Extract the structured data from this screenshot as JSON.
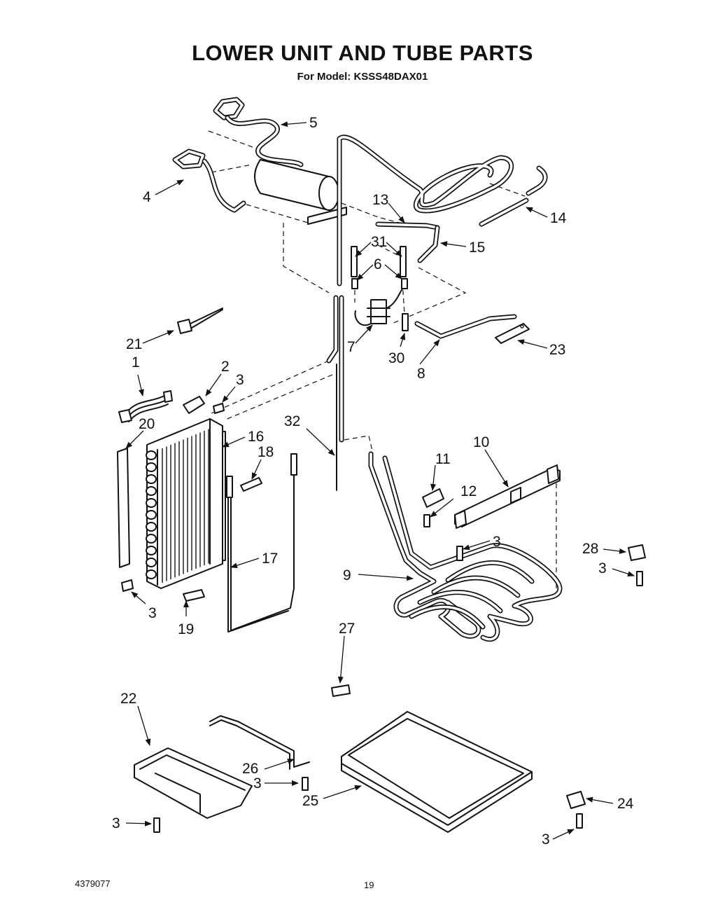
{
  "header": {
    "title": "LOWER UNIT AND TUBE PARTS",
    "model_line": "For Model: KSSS48DAX01"
  },
  "footer": {
    "doc_number": "4379077",
    "page_number": "19"
  },
  "callouts": {
    "c1": "1",
    "c2": "2",
    "c3a": "3",
    "c3b": "3",
    "c3c": "3",
    "c3d": "3",
    "c3e": "3",
    "c3f": "3",
    "c3g": "3",
    "c4": "4",
    "c5": "5",
    "c6": "6",
    "c7": "7",
    "c8": "8",
    "c9": "9",
    "c10": "10",
    "c11": "11",
    "c12": "12",
    "c13": "13",
    "c14": "14",
    "c15": "15",
    "c16": "16",
    "c17": "17",
    "c18": "18",
    "c19": "19",
    "c20": "20",
    "c21": "21",
    "c22": "22",
    "c23": "23",
    "c24": "24",
    "c25": "25",
    "c26": "26",
    "c27": "27",
    "c28": "28",
    "c30": "30",
    "c31": "31",
    "c32": "32"
  }
}
